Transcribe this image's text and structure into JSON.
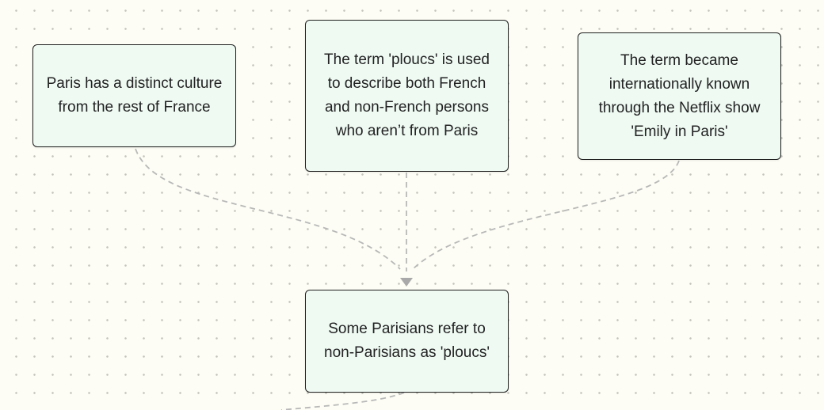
{
  "diagram": {
    "nodes": [
      {
        "id": "paris-culture",
        "text": "Paris has a distinct culture from the rest of France"
      },
      {
        "id": "term-usage",
        "text": "The term 'ploucs' is used to describe both French and non-French persons who aren’t from Paris"
      },
      {
        "id": "netflix",
        "text": "The term became internationally known through the Netflix show 'Emily in Paris'"
      },
      {
        "id": "conclusion",
        "text": "Some Parisians refer to non-Parisians as 'ploucs'"
      }
    ],
    "edges": [
      {
        "from": "paris-culture",
        "to": "conclusion",
        "style": "dashed"
      },
      {
        "from": "term-usage",
        "to": "conclusion",
        "style": "dashed"
      },
      {
        "from": "netflix",
        "to": "conclusion",
        "style": "dashed"
      },
      {
        "from": "conclusion",
        "to": "offscreen",
        "style": "dashed"
      }
    ],
    "colors": {
      "background": "#fdfdf5",
      "node_fill": "#effaf3",
      "node_border": "#1f1f1f",
      "edge": "#b8b8b8"
    }
  }
}
